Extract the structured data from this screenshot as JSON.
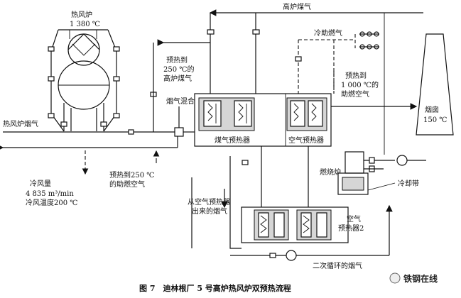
{
  "labels": {
    "hot_stove": "热风炉",
    "hot_stove_temp": "1 380 ℃",
    "bf_gas": "高炉煤气",
    "combustion_air": "冷助燃气",
    "preheated_gas_1": "预热到",
    "preheated_gas_2": "250 ℃的",
    "preheated_gas_3": "高炉煤气",
    "preheated_air_1": "预热到",
    "preheated_air_2": "1 000 ℃的",
    "preheated_air_3": "助燃空气",
    "flue_mix": "烟气混合",
    "chimney": "烟囱",
    "chimney_temp": "150 ℃",
    "stove_flue_gas": "热风炉烟气",
    "gas_preheater": "煤气预热器",
    "air_preheater": "空气预热器",
    "combustion_furnace": "燃烧炉",
    "cooling_belt": "冷却带",
    "cold_air_1": "冷风量",
    "cold_air_2": "4 835 m³/min",
    "cold_air_3": "冷风温度200 ℃",
    "preheated_air250_1": "预热到250 ℃",
    "preheated_air250_2": "的助燃空气",
    "from_air_preheater_1": "从空气预热器",
    "from_air_preheater_2": "出来的烟气",
    "air_preheater2_1": "空气",
    "air_preheater2_2": "预热器2",
    "recirculated_flue": "二次循环的烟气"
  },
  "caption": "图 7　迪林根厂 5 号高炉热风炉双预热流程",
  "watermark": "铁钢在线"
}
